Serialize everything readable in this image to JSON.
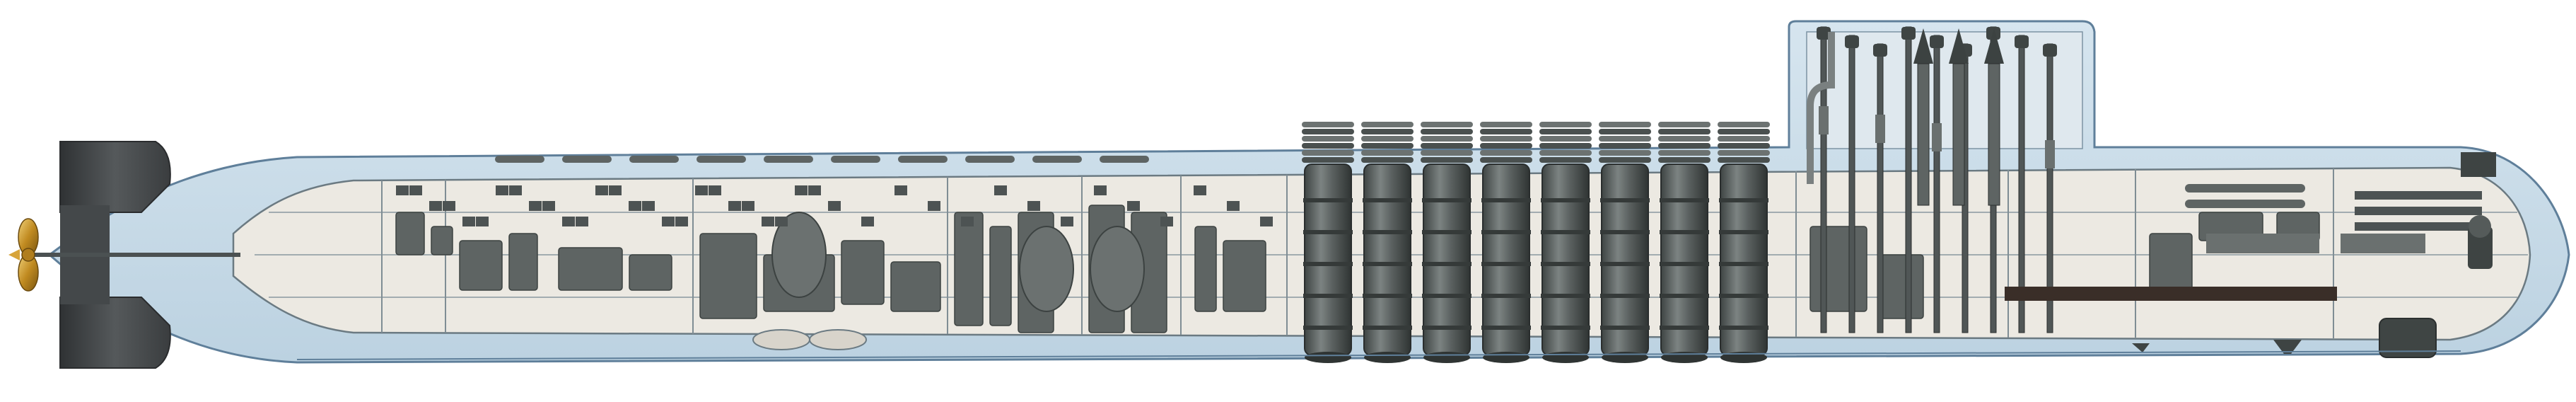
{
  "diagram": {
    "kind": "submarine-cutaway",
    "colors": {
      "hull_fill": "#c9dbe7",
      "hull_outline": "#5f7f9a",
      "pressure_hull_fill": "#ece9e2",
      "machinery": "#5e6463",
      "machinery_dark": "#3c4241",
      "tail_fin": "#4a4d4f",
      "propeller": "#c89a2b",
      "deck_line": "#7a8a92",
      "tank_floor": "#3a2e28"
    },
    "compartments": 12,
    "missile_tubes": 8,
    "periscope_masts": 9,
    "labels": []
  }
}
